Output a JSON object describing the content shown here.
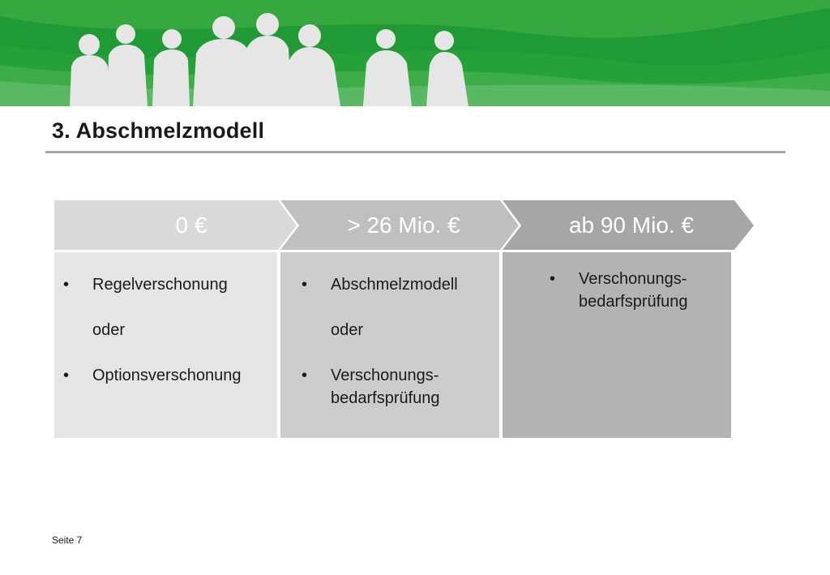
{
  "slide": {
    "title": "3. Abschmelzmodell",
    "footer": "Seite 7"
  },
  "colors": {
    "banner_green": "#1f9a34",
    "banner_light_green": "#3cb045",
    "chevron_light": "#d9d9d9",
    "chevron_mid": "#bfbfbf",
    "chevron_dark": "#a6a6a6",
    "box_light": "#e5e5e5",
    "box_mid": "#cccccc",
    "box_dark": "#b3b3b3"
  },
  "stages": [
    {
      "label": "0 €",
      "items": [
        {
          "bullet": "•",
          "text": "Regelverschonung"
        },
        {
          "bullet": "",
          "text": "oder"
        },
        {
          "bullet": "•",
          "text": "Optionsverschonung"
        }
      ]
    },
    {
      "label": "> 26 Mio. €",
      "items": [
        {
          "bullet": "•",
          "text": "Abschmelzmodell"
        },
        {
          "bullet": "",
          "text": "oder"
        },
        {
          "bullet": "•",
          "text": "Verschonungs-"
        },
        {
          "bullet": "",
          "text": "bedarfsprüfung"
        }
      ]
    },
    {
      "label": "ab 90 Mio. €",
      "items": [
        {
          "bullet": "•",
          "text": "Verschonungs-"
        },
        {
          "bullet": "",
          "text": "bedarfsprüfung"
        }
      ]
    }
  ]
}
